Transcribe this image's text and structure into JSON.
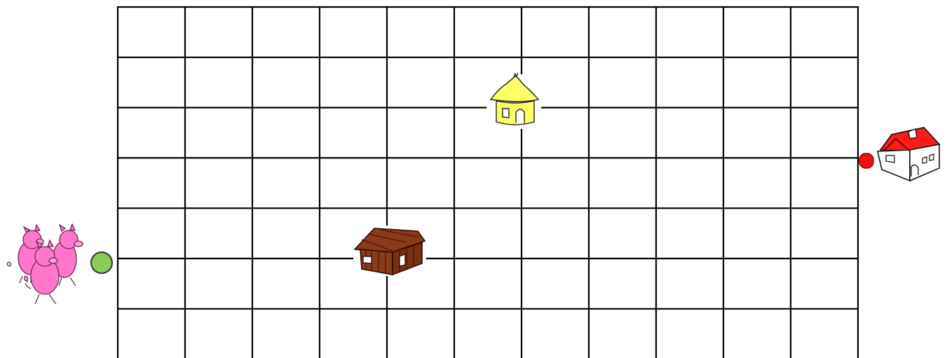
{
  "board": {
    "columns": 11,
    "rows": 7,
    "line_color": "#000000",
    "background": "#ffffff"
  },
  "start": {
    "character": "three-little-pigs",
    "marker_color": "#88cc55",
    "pig_color": "#ff77cc"
  },
  "houses": [
    {
      "name": "straw-house",
      "color": "#ffff66",
      "column": 6,
      "row": 2
    },
    {
      "name": "wood-house",
      "color": "#8b3a1a",
      "column": 4,
      "row": 5
    }
  ],
  "goal": {
    "name": "brick-house",
    "roof_color": "#ff1a1a",
    "marker_color": "#ee1111"
  }
}
